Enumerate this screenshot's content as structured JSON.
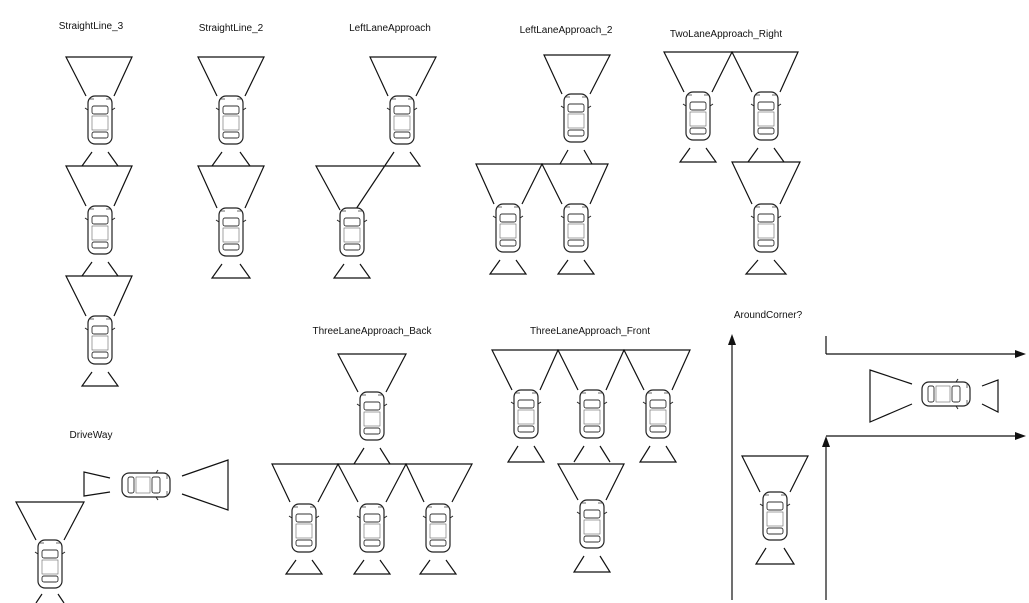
{
  "diagram": {
    "labels": {
      "straight_line_3": "StraightLine_3",
      "straight_line_2": "StraightLine_2",
      "left_lane_approach": "LeftLaneApproach",
      "left_lane_approach_2": "LeftLaneApproach_2",
      "two_lane_approach_right": "TwoLaneApproach_Right",
      "three_lane_approach_back": "ThreeLaneApproach_Back",
      "three_lane_approach_front": "ThreeLaneApproach_Front",
      "around_corner": "AroundCorner?",
      "drive_way": "DriveWay"
    },
    "icons": {
      "car": "car-topdown-icon",
      "front_cone": "camera-fov-cone-icon",
      "rear_cone": "rear-camera-fov-icon",
      "road_arrow": "arrow-icon"
    }
  }
}
